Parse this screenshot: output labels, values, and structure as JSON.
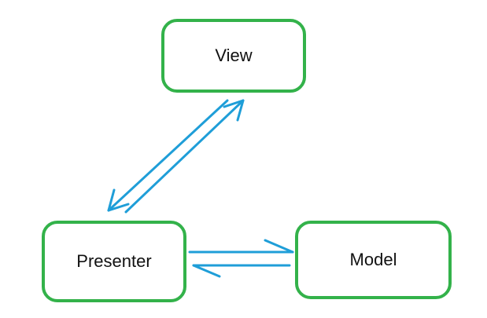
{
  "diagram": {
    "colors": {
      "box_border": "#33b24a",
      "arrow": "#1f9ed8",
      "text": "#111111",
      "background": "#ffffff"
    },
    "nodes": {
      "view": {
        "label": "View"
      },
      "presenter": {
        "label": "Presenter"
      },
      "model": {
        "label": "Model"
      }
    },
    "edges": [
      {
        "from": "view",
        "to": "presenter",
        "style": "arrow"
      },
      {
        "from": "presenter",
        "to": "view",
        "style": "arrow"
      },
      {
        "from": "presenter",
        "to": "model",
        "style": "arrow"
      },
      {
        "from": "model",
        "to": "presenter",
        "style": "arrow"
      }
    ]
  }
}
